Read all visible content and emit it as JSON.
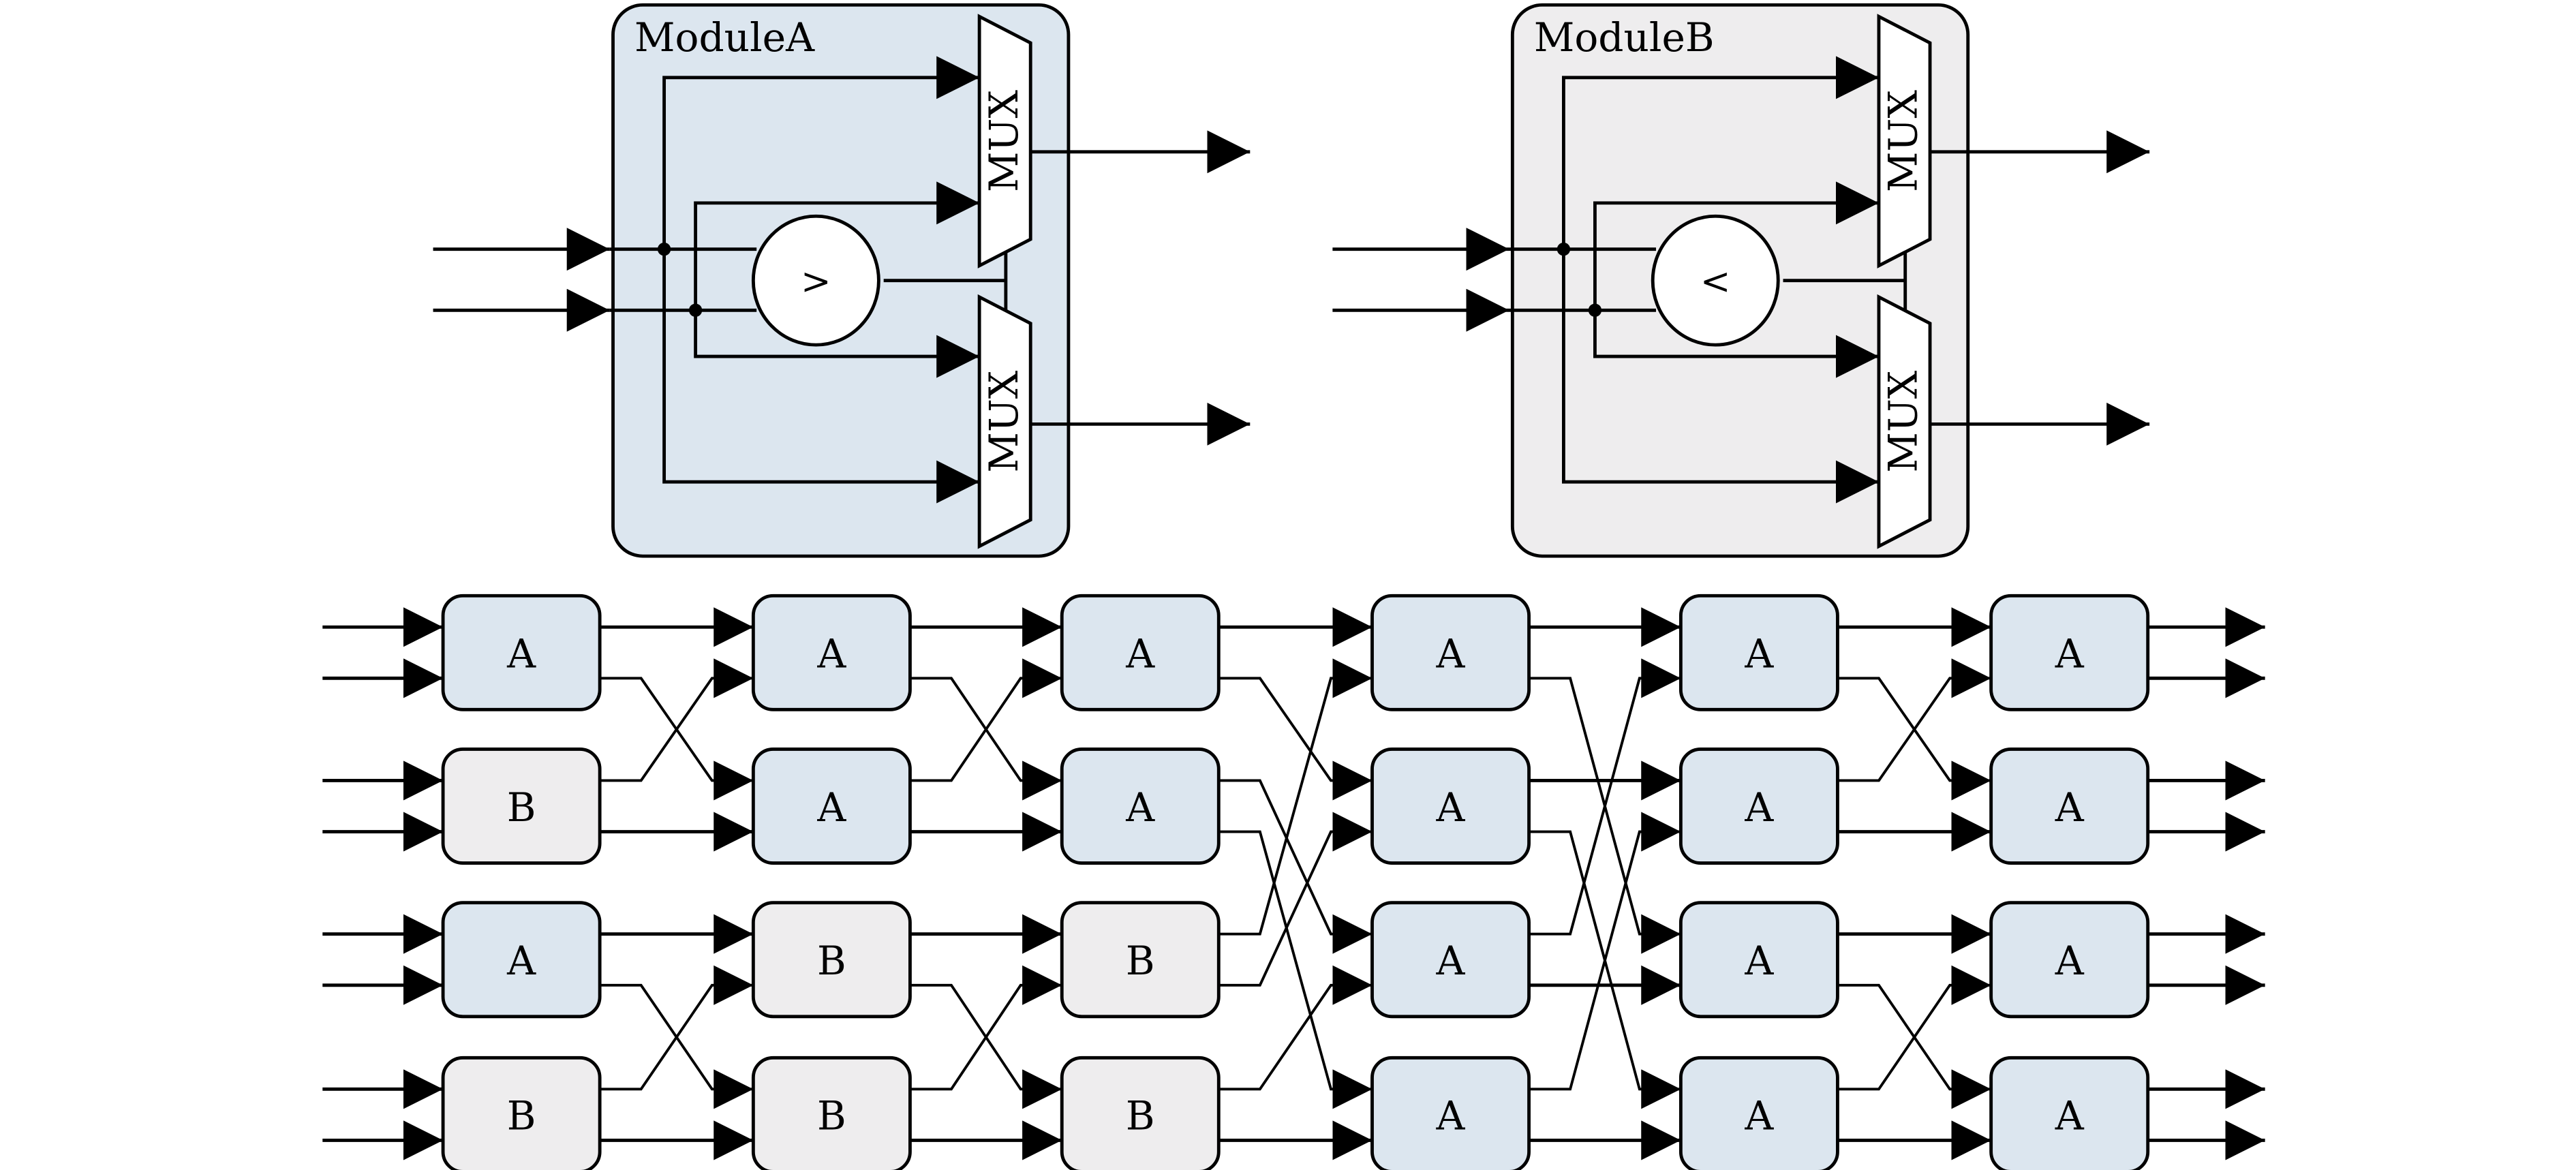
{
  "colors": {
    "module_a_fill": "#dce6ef",
    "module_b_fill": "#eeedee",
    "stroke": "#000000",
    "white": "#ffffff"
  },
  "modules": [
    {
      "id": "A",
      "title": "ModuleA",
      "comparator": ">",
      "mux_labels": [
        "MUX",
        "MUX"
      ]
    },
    {
      "id": "B",
      "title": "ModuleB",
      "comparator": "<",
      "mux_labels": [
        "MUX",
        "MUX"
      ]
    }
  ],
  "network": {
    "wires": 8,
    "stages": [
      {
        "blocks": [
          "A",
          "B",
          "A",
          "B"
        ]
      },
      {
        "blocks": [
          "A",
          "A",
          "B",
          "B"
        ]
      },
      {
        "blocks": [
          "A",
          "A",
          "B",
          "B"
        ]
      },
      {
        "blocks": [
          "A",
          "A",
          "A",
          "A"
        ]
      },
      {
        "blocks": [
          "A",
          "A",
          "A",
          "A"
        ]
      },
      {
        "blocks": [
          "A",
          "A",
          "A",
          "A"
        ]
      }
    ],
    "permutations": [
      [
        0,
        2,
        1,
        3,
        4,
        6,
        5,
        7
      ],
      [
        0,
        2,
        1,
        3,
        4,
        6,
        5,
        7
      ],
      [
        0,
        2,
        4,
        6,
        1,
        3,
        5,
        7
      ],
      [
        0,
        4,
        2,
        6,
        1,
        5,
        3,
        7
      ],
      [
        0,
        2,
        1,
        3,
        4,
        6,
        5,
        7
      ]
    ]
  }
}
